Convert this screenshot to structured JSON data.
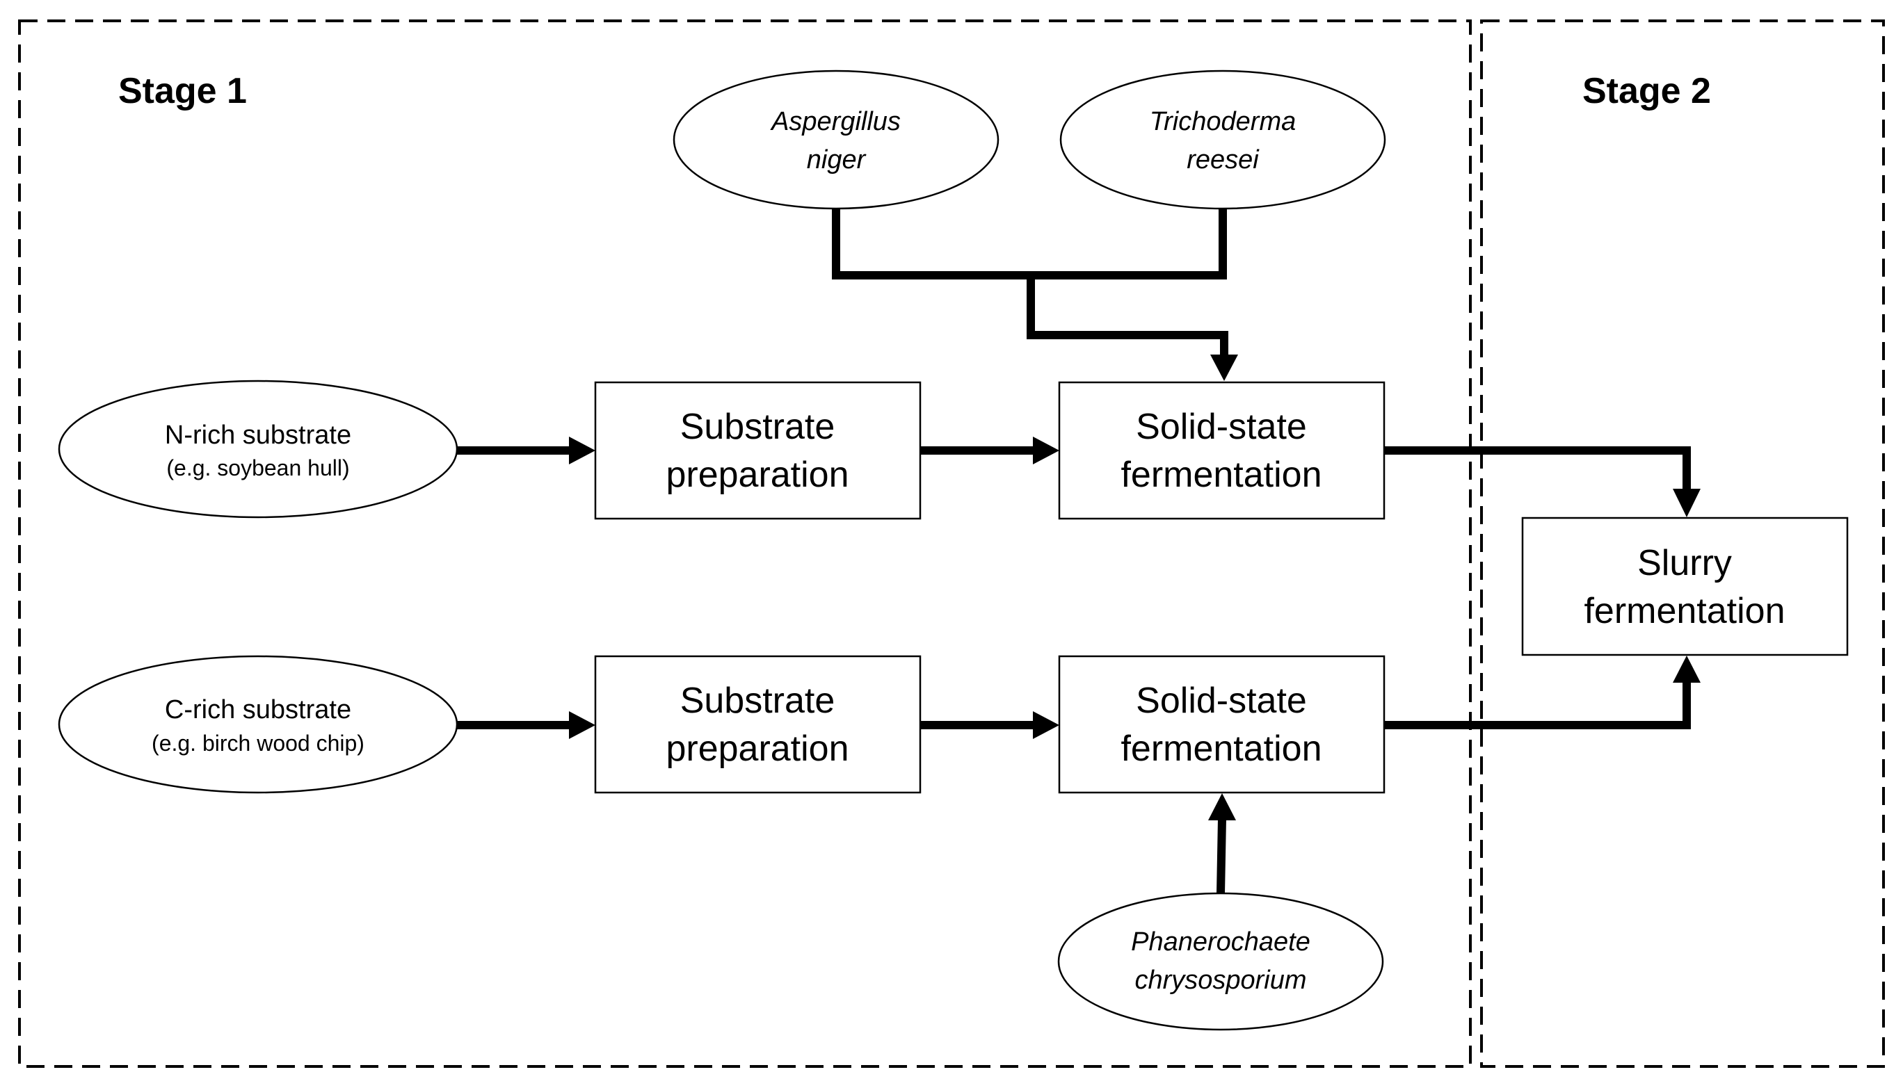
{
  "stages": {
    "stage1_label": "Stage 1",
    "stage2_label": "Stage 2"
  },
  "organisms": {
    "aspergillus": {
      "line1": "Aspergillus",
      "line2": "niger"
    },
    "trichoderma": {
      "line1": "Trichoderma",
      "line2": "reesei"
    },
    "phanerochaete": {
      "line1": "Phanerochaete",
      "line2": "chrysosporium"
    }
  },
  "substrates": {
    "n_rich": {
      "name": "N-rich substrate",
      "example": "(e.g. soybean hull)"
    },
    "c_rich": {
      "name": "C-rich substrate",
      "example": "(e.g. birch wood chip)"
    }
  },
  "process_boxes": {
    "prep_top": {
      "line1": "Substrate",
      "line2": "preparation"
    },
    "prep_bottom": {
      "line1": "Substrate",
      "line2": "preparation"
    },
    "ssf_top": {
      "line1": "Solid-state",
      "line2": "fermentation"
    },
    "ssf_bottom": {
      "line1": "Solid-state",
      "line2": "fermentation"
    },
    "slurry": {
      "line1": "Slurry",
      "line2": "fermentation"
    }
  }
}
